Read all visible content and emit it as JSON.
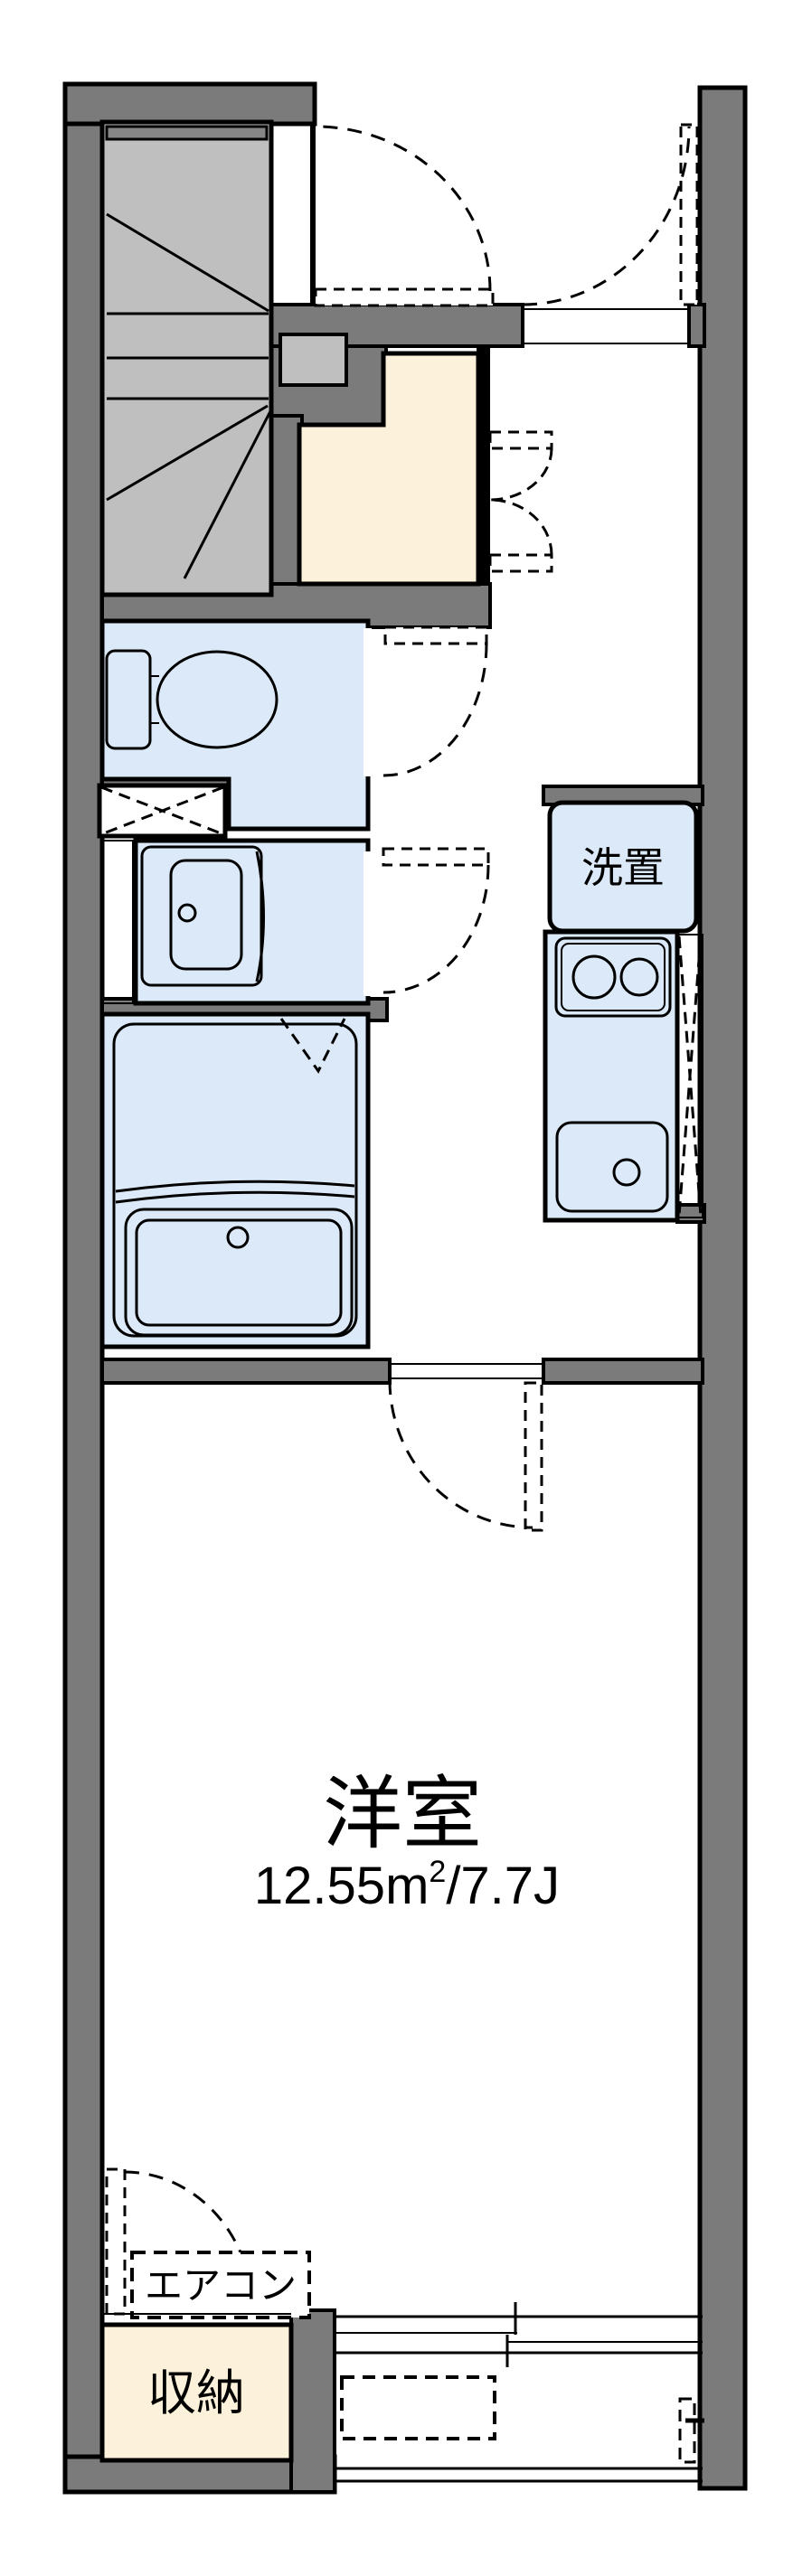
{
  "floorplan": {
    "labels": {
      "laundry": "洗置",
      "room_name": "洋室",
      "room_area_display": "12.55㎡/7.7J",
      "room_area_prefix": "12.55m",
      "room_area_sup": "2",
      "room_area_suffix": "/7.7J",
      "aircon": "エアコン",
      "storage": "収納"
    },
    "colors": {
      "wall": "#7b7b7b",
      "stairs": "#bfbfbf",
      "fixture_fill": "#dce9f8",
      "entry_fill": "#fcf1da",
      "outline": "#000000",
      "background": "#ffffff"
    }
  }
}
